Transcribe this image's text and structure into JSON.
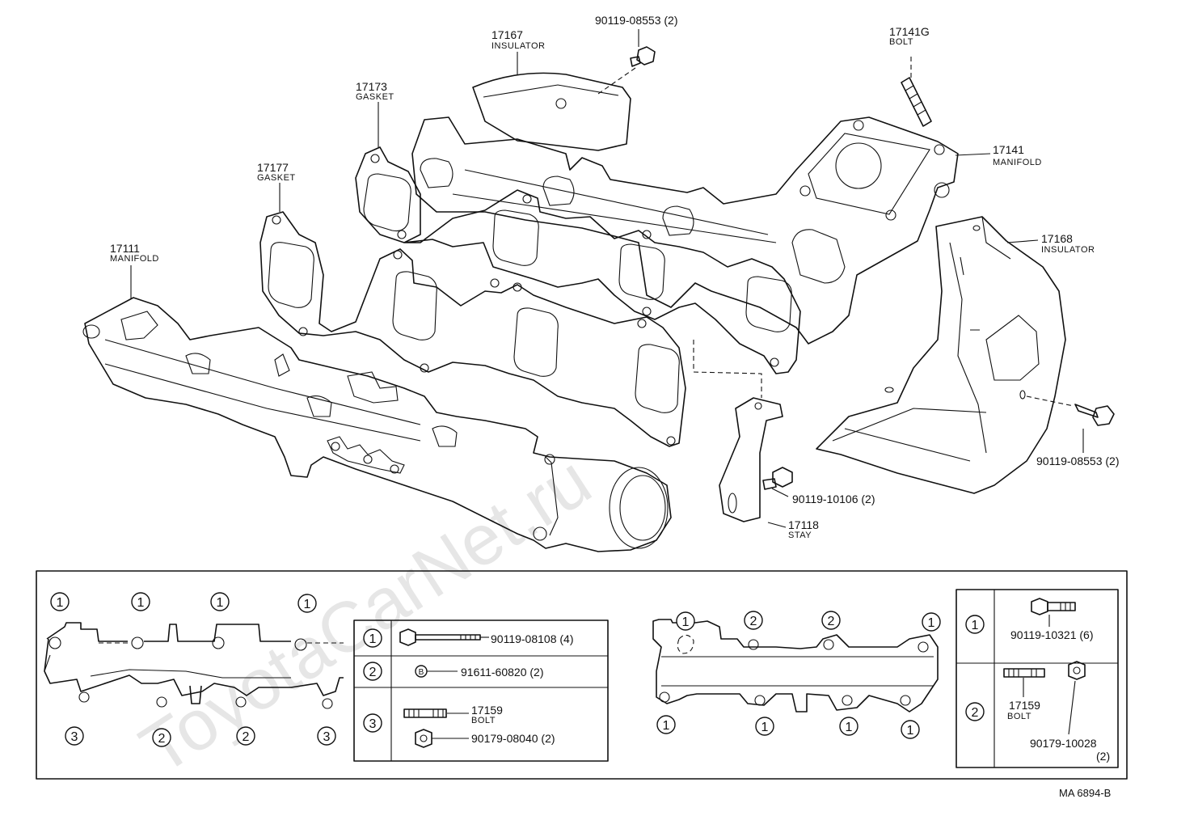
{
  "watermark": "ToyotaCarNet.ru",
  "drawing_code": "MA 6894-B",
  "parts": {
    "p17167": {
      "number": "17167",
      "name": "INSULATOR"
    },
    "p9011908553_top": {
      "number": "90119-08553 (2)"
    },
    "p17141G": {
      "number": "17141G",
      "name": "BOLT"
    },
    "p17173": {
      "number": "17173",
      "name": "GASKET"
    },
    "p17177": {
      "number": "17177",
      "name": "GASKET"
    },
    "p17141": {
      "number": "17141",
      "name": "MANIFOLD"
    },
    "p17168": {
      "number": "17168",
      "name": "INSULATOR"
    },
    "p17111": {
      "number": "17111",
      "name": "MANIFOLD"
    },
    "p9011908553_right": {
      "number": "90119-08553 (2)"
    },
    "p9011910106": {
      "number": "90119-10106 (2)"
    },
    "p17118": {
      "number": "17118",
      "name": "STAY"
    }
  },
  "legend_marks": {
    "one": "1",
    "two": "2",
    "three": "3"
  },
  "table_left": {
    "rows": [
      {
        "mark": "1",
        "parts": [
          "90119-08108 (4)"
        ]
      },
      {
        "mark": "2",
        "parts": [
          "91611-60820 (2)"
        ],
        "symbol": "B"
      },
      {
        "mark": "3",
        "parts": [
          "17159",
          "BOLT",
          "90179-08040 (2)"
        ]
      }
    ]
  },
  "table_right": {
    "rows": [
      {
        "mark": "1",
        "parts": [
          "90119-10321 (6)"
        ]
      },
      {
        "mark": "2",
        "parts": [
          "17159",
          "BOLT",
          "90179-10028",
          "(2)"
        ]
      }
    ]
  }
}
